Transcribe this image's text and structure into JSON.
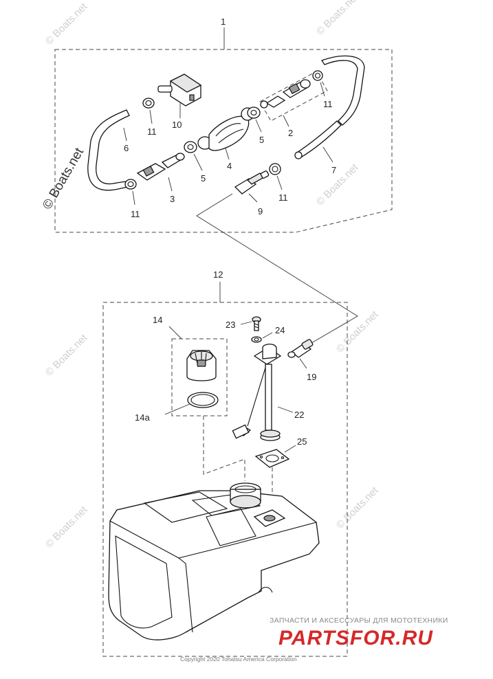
{
  "watermark": {
    "text": "© Boats.net"
  },
  "labels": {
    "l1": "1",
    "l2": "2",
    "l3": "3",
    "l4": "4",
    "l5a": "5",
    "l5b": "5",
    "l6": "6",
    "l7": "7",
    "l9": "9",
    "l10": "10",
    "l11a": "11",
    "l11b": "11",
    "l11c": "11",
    "l11d": "11",
    "l12": "12",
    "l14": "14",
    "l14a": "14a",
    "l19": "19",
    "l22": "22",
    "l23": "23",
    "l24": "24",
    "l25": "25"
  },
  "footer": {
    "tagline": "ЗАПЧАСТИ И АКСЕССУАРЫ ДЛЯ МОТОТЕХНИКИ",
    "brand": "PARTSFOR.RU",
    "copyright": "Copyright 2020 Tohatsu America Corporation"
  },
  "colors": {
    "brand": "#d62828",
    "watermark": "#cfcfcf",
    "line": "#111111"
  }
}
